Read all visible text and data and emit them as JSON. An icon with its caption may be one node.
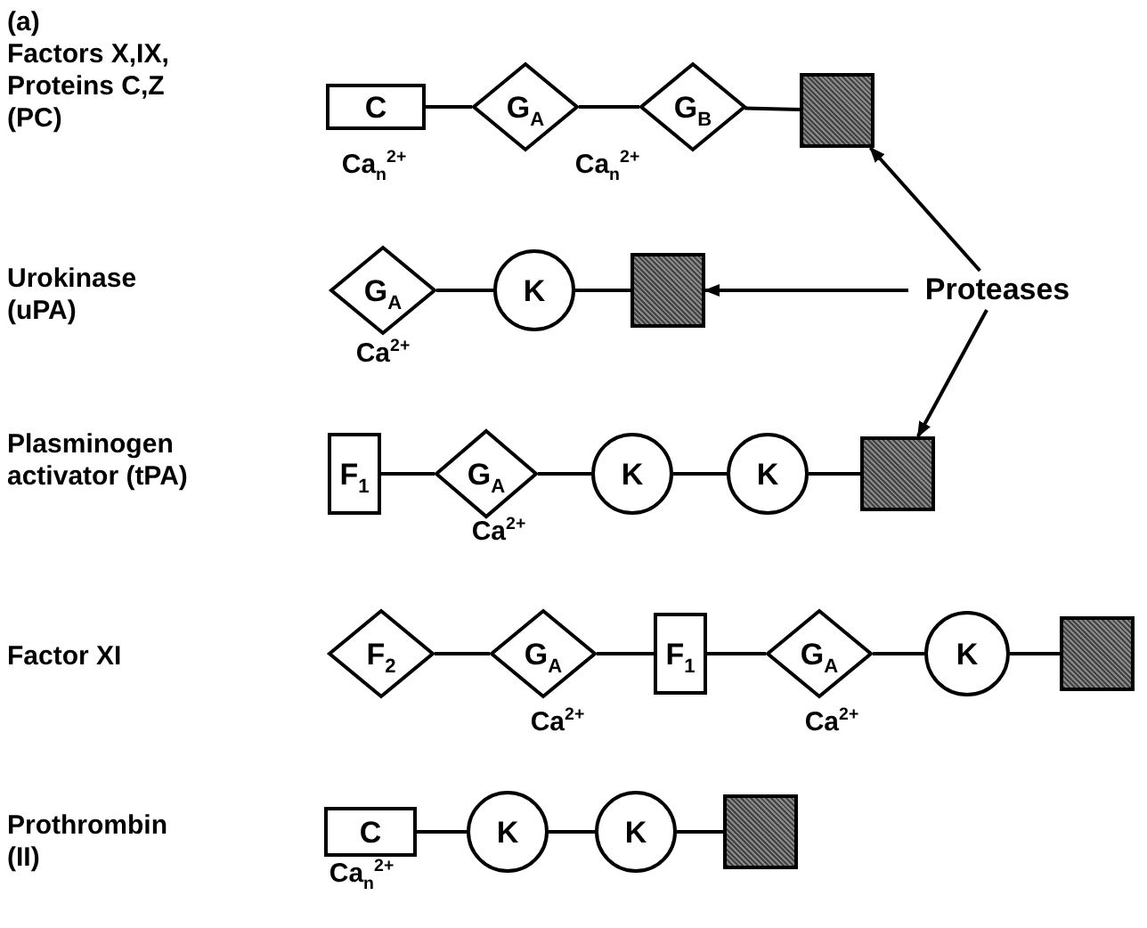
{
  "diagram": {
    "nodes": [
      {
        "text": [
          "C"
        ],
        "beside": [
          "Ca$_{n}$$^{2+}$"
        ]
      },
      {
        "text": [
          "G$_{A}$"
        ]
      },
      {
        "text": [
          "G$_{B}$"
        ],
        "beside": [
          "Ca$_{n}$$^{2+}$"
        ]
      },
      {
        "text": [],
        "shape": "box"
      },
      {
        "text": [
          "G$_{A}$"
        ],
        "beside": [
          "Ca$^{2+}$"
        ]
      },
      {
        "text": [
          "K"
        ]
      },
      {
        "text": [],
        "shape": "box"
      },
      {
        "text": [
          "Proteases"
        ]
      },
      {
        "text": [
          "F$_{1}$"
        ]
      },
      {
        "text": [
          "G$_{A}$"
        ],
        "beside": [
          "Ca$^{2+}$"
        ]
      },
      {
        "text": [
          "K"
        ]
      },
      {
        "text": [
          "K"
        ]
      },
      {
        "text": [],
        "shape": "box"
      },
      {
        "text": [
          "F$_{2}$"
        ]
      },
      {
        "text": [
          "G$_{A}$"
        ],
        "beside": [
          "Ca$^{2+}$"
        ]
      },
      {
        "text": [
          "F$_{1}$"
        ]
      },
      {
        "text": [
          "G$_{A}$"
        ],
        "beside": [
          "Ca$^{2+}$"
        ]
      },
      {
        "text": [
          "K"
        ]
      },
      {
        "text": [],
        "shape": "box"
      },
      {
        "text": [
          "C"
        ],
        "beside": [
          "Ca$_{n}$$^{2+}$"
        ]
      },
      {
        "text": [
          "K"
        ]
      },
      {
        "text": [
          "K"
        ]
      },
      {
        "text": [],
        "shape": "box"
      }
    ],
    "edges": [
      {
        "from": 0,
        "to": 1,
        "arrow": "none"
      },
      {
        "from": 1,
        "to": 2,
        "arrow": "none"
      },
      {
        "from": 2,
        "to": 3,
        "arrow": "none"
      },
      {
        "from": 7,
        "to": 3,
        "arrow": "to"
      },
      {
        "from": 4,
        "to": 5,
        "arrow": "none"
      },
      {
        "from": 5,
        "to": 6,
        "arrow": "none"
      },
      {
        "from": 7,
        "to": 6,
        "arrow": "to"
      },
      {
        "from": 7,
        "to": 12,
        "arrow": "to"
      },
      {
        "from": 8,
        "to": 9,
        "arrow": "none"
      },
      {
        "from": 9,
        "to": 10,
        "arrow": "none"
      },
      {
        "from": 10,
        "to": 11,
        "arrow": "none"
      },
      {
        "from": 11,
        "to": 12,
        "arrow": "none"
      },
      {
        "from": 13,
        "to": 14,
        "arrow": "none"
      },
      {
        "from": 14,
        "to": 15,
        "arrow": "none"
      },
      {
        "from": 15,
        "to": 16,
        "arrow": "none"
      },
      {
        "from": 16,
        "to": 17,
        "arrow": "none"
      },
      {
        "from": 17,
        "to": 18,
        "arrow": "none"
      },
      {
        "from": 19,
        "to": 20,
        "arrow": "none"
      },
      {
        "from": 20,
        "to": 21,
        "arrow": "none"
      },
      {
        "from": 21,
        "to": 22,
        "arrow": "none"
      }
    ],
    "labels": [
      "(a)",
      "Factors X,IX, Proteins C,Z (PC)",
      "Urokinase (uPA)",
      "Plasminogen activator (tPA)",
      "Factor XI",
      "Prothrombin (II)"
    ]
  }
}
